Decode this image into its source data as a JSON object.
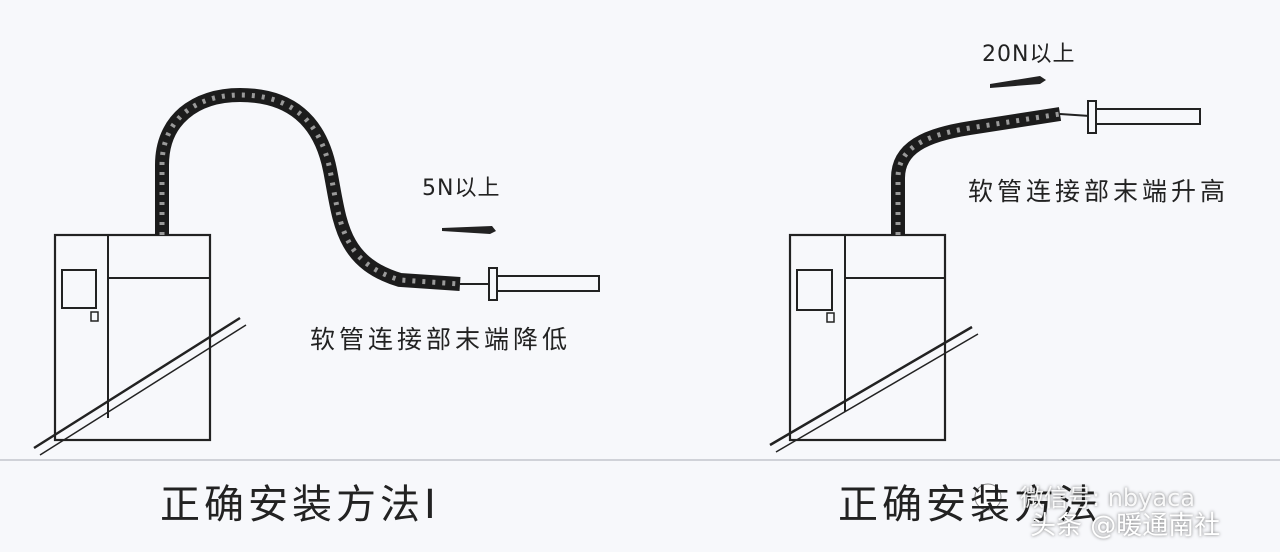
{
  "left_panel": {
    "caption": "正确安装方法I",
    "label": "软管连接部末端降低",
    "force": "5N以上"
  },
  "right_panel": {
    "caption": "正确安装方法",
    "label": "软管连接部末端升高",
    "force": "20N以上"
  },
  "watermarks": {
    "wechat": "微信号: nbyaca",
    "toutiao": "头条 @暖通南社"
  },
  "colors": {
    "line": "#222222",
    "hose": "#1c1c1c",
    "background": "#f7f8fb"
  }
}
